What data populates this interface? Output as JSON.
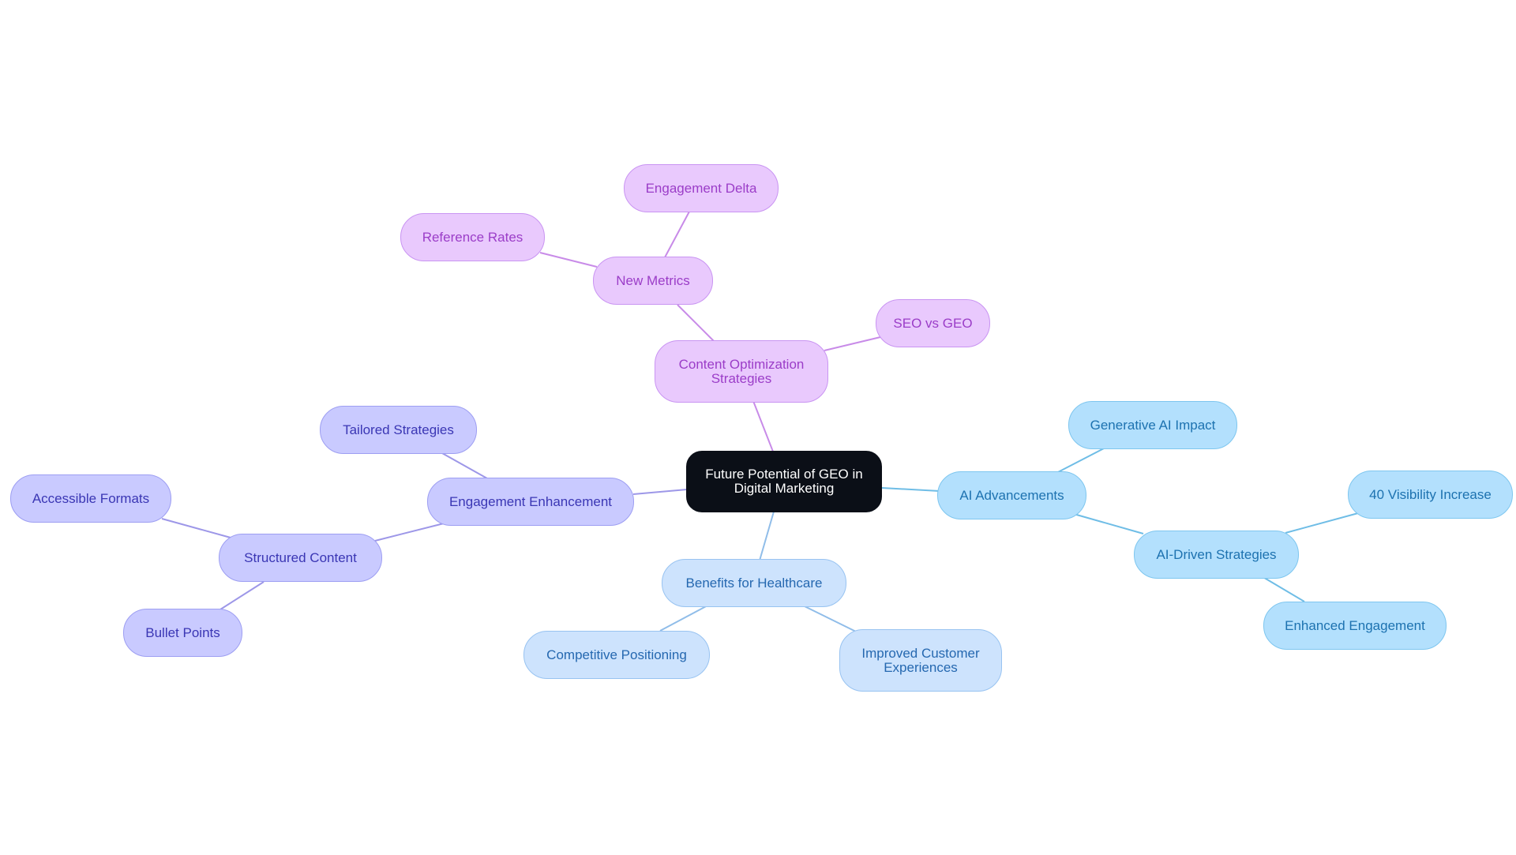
{
  "colors": {
    "purple_edge": "#c88be8",
    "indigo_edge": "#9d97e8",
    "sky_edge": "#6fbde6",
    "lightblue_edge": "#90bde9"
  },
  "mindmap": {
    "root": {
      "label": "Future Potential of GEO in\nDigital Marketing"
    },
    "content_optimization": {
      "label": "Content Optimization\nStrategies",
      "new_metrics": {
        "label": "New Metrics",
        "engagement_delta": "Engagement Delta",
        "reference_rates": "Reference Rates"
      },
      "seo_vs_geo": "SEO vs GEO"
    },
    "engagement_enhancement": {
      "label": "Engagement Enhancement",
      "tailored_strategies": "Tailored Strategies",
      "structured_content": {
        "label": "Structured Content",
        "accessible_formats": "Accessible Formats",
        "bullet_points": "Bullet Points"
      }
    },
    "ai_advancements": {
      "label": "AI Advancements",
      "generative_ai_impact": "Generative AI Impact",
      "ai_driven_strategies": {
        "label": "AI-Driven Strategies",
        "visibility_increase": "40 Visibility Increase",
        "enhanced_engagement": "Enhanced Engagement"
      }
    },
    "benefits_healthcare": {
      "label": "Benefits for Healthcare",
      "competitive_positioning": "Competitive Positioning",
      "improved_customer_experiences": "Improved Customer\nExperiences"
    }
  }
}
